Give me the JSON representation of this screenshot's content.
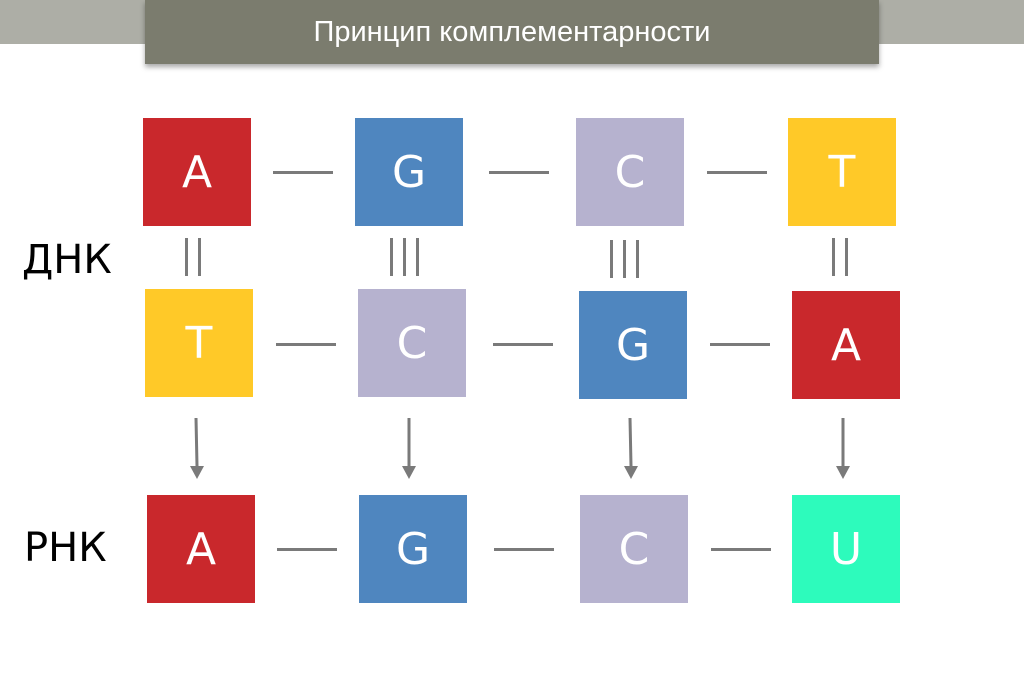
{
  "title": "Принцип комплементарности",
  "labels": {
    "dna": "ДНК",
    "rna": "РНК"
  },
  "colors": {
    "A": "#c9282c",
    "G": "#4f86bf",
    "C": "#b6b2cf",
    "T": "#ffc928",
    "U": "#2dfbbc"
  },
  "dna_top": [
    "A",
    "G",
    "C",
    "T"
  ],
  "dna_bottom": [
    "T",
    "C",
    "G",
    "A"
  ],
  "hydrogen_bonds": [
    2,
    3,
    3,
    2
  ],
  "rna": [
    "A",
    "G",
    "C",
    "U"
  ]
}
